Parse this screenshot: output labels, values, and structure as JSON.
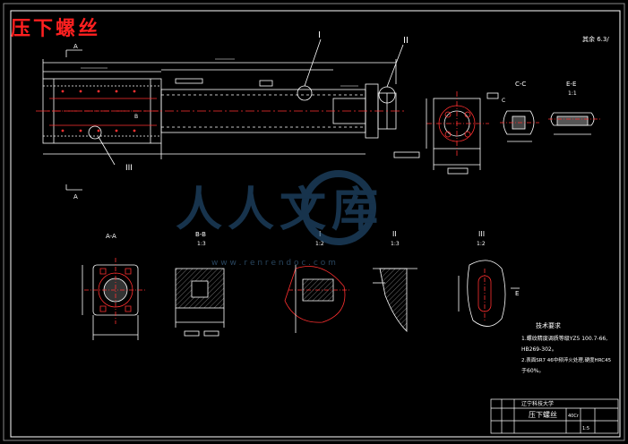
{
  "title": "压下螺丝",
  "section_labels": {
    "A_top": "A",
    "A_bottom": "A",
    "roman_1": "I",
    "roman_2": "II",
    "roman_3": "III",
    "cc": "C-C",
    "ee": "E-E",
    "ee_scale": "1:1",
    "aa": "A-A",
    "bb": "B-B",
    "bb_scale": "1:3",
    "d1": "I",
    "d1_scale": "1:2",
    "d2": "II",
    "d2_scale": "1:3",
    "d3": "III",
    "d3_scale": "1:2",
    "c_mark": "C",
    "e_mark": "E",
    "b_mark": "B",
    "corner_note": "其余 6.3/"
  },
  "tech_req": {
    "heading": "技术要求",
    "line1": "1.螺纹精度调质等级YZ5 100.7-66,",
    "line2": "HB269-302。",
    "line3": "2.表面SR7 46中频淬火处理,硬度HRC45",
    "line4": "于60%。"
  },
  "title_block": {
    "school": "辽宁科技大学",
    "part_name": "压下螺丝",
    "material": "40Cr",
    "scale": "1:5"
  },
  "watermark": {
    "text": "人人文库",
    "url": "w w w . r e n r e n d o c . c o m"
  }
}
